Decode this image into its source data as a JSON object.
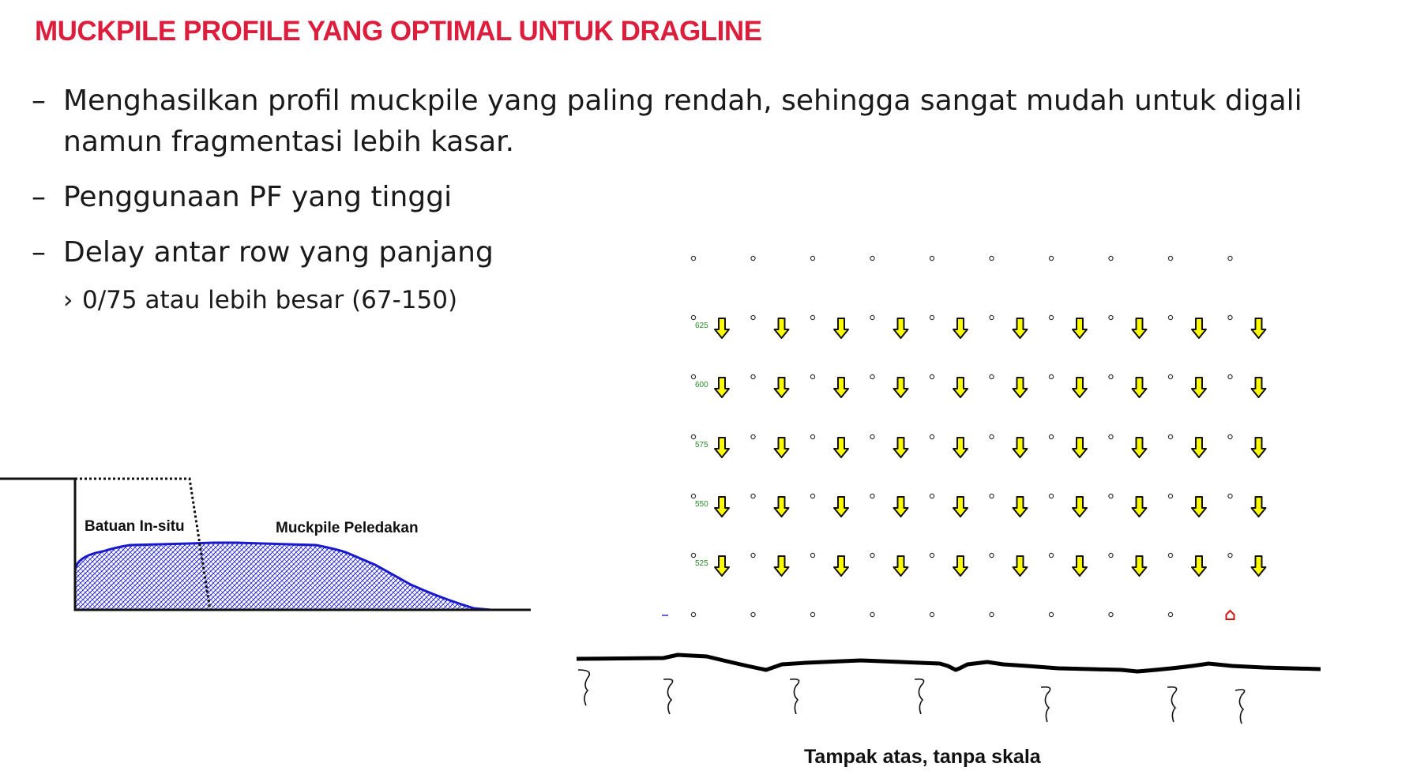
{
  "slide": {
    "title": "MUCKPILE PROFILE YANG OPTIMAL UNTUK DRAGLINE",
    "bullets": [
      {
        "marker": "–",
        "text": "Menghasilkan profil muckpile yang paling rendah, sehingga sangat mudah untuk digali namun fragmentasi lebih kasar."
      },
      {
        "marker": "–",
        "text": "Penggunaan PF yang tinggi"
      },
      {
        "marker": "–",
        "text": "Delay antar row yang panjang"
      }
    ],
    "sub_bullet": {
      "marker": "›",
      "text": "0/75 atau lebih besar (67-150)"
    }
  },
  "profile_diagram": {
    "label_insitu": "Batuan In-situ",
    "label_muckpile": "Muckpile Peledakan",
    "fill_color": "#1a1acc"
  },
  "blast_pattern": {
    "row_delays": [
      "625",
      "600",
      "575",
      "550",
      "525"
    ],
    "columns": 10,
    "arrow_color": "#ffff00",
    "delay_label_color": "#2a8a2a",
    "caption": "Tampak atas, tanpa skala"
  }
}
